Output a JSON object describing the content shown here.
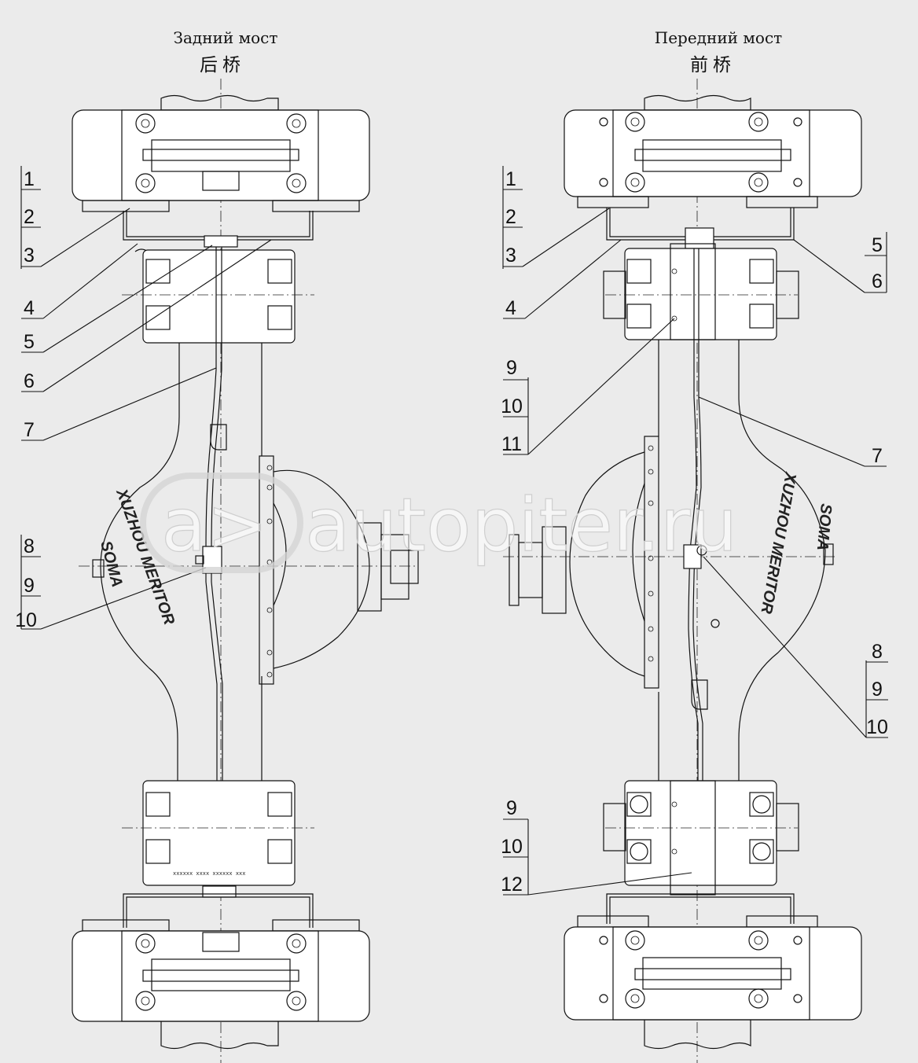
{
  "titles": {
    "rear_ru": "Задний мост",
    "rear_cn": "后桥",
    "front_ru": "Передний мост",
    "front_cn": "前桥"
  },
  "callouts": {
    "rear": [
      "1",
      "2",
      "3",
      "4",
      "5",
      "6",
      "7",
      "8",
      "9",
      "10"
    ],
    "front": {
      "left_top": [
        "1",
        "2",
        "3",
        "4"
      ],
      "right_top": [
        "5",
        "6",
        "7"
      ],
      "left_mid": [
        "9",
        "10",
        "11"
      ],
      "right_mid": [
        "8",
        "9",
        "10"
      ],
      "left_bottom": [
        "9",
        "10",
        "12"
      ]
    }
  },
  "brand": {
    "maker": "XUZHOU MERITOR",
    "brand2": "SOMA"
  },
  "stamp_text": "xxxxxx  xxxx  xxxxxx  xxx",
  "watermark": "autopiter.ru",
  "watermark_logo": "a>"
}
